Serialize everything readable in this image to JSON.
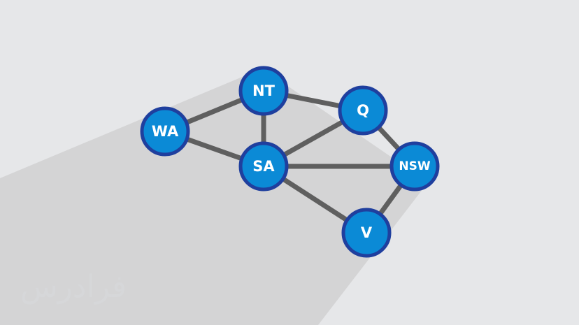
{
  "graph": {
    "nodes": [
      {
        "id": "WA",
        "label": "WA"
      },
      {
        "id": "NT",
        "label": "NT"
      },
      {
        "id": "Q",
        "label": "Q"
      },
      {
        "id": "SA",
        "label": "SA"
      },
      {
        "id": "NSW",
        "label": "NSW"
      },
      {
        "id": "V",
        "label": "V"
      }
    ],
    "edges": [
      [
        "WA",
        "NT"
      ],
      [
        "WA",
        "SA"
      ],
      [
        "NT",
        "SA"
      ],
      [
        "NT",
        "Q"
      ],
      [
        "SA",
        "Q"
      ],
      [
        "SA",
        "NSW"
      ],
      [
        "SA",
        "V"
      ],
      [
        "Q",
        "NSW"
      ],
      [
        "NSW",
        "V"
      ]
    ]
  },
  "colors": {
    "background": "#e6e7e9",
    "shadow": "#d4d4d5",
    "edge": "#5f5f5f",
    "node_fill": "#0b8ad6",
    "node_stroke": "#1f3f9e",
    "label": "#ffffff"
  },
  "watermark": {
    "text": "فرادرس"
  }
}
